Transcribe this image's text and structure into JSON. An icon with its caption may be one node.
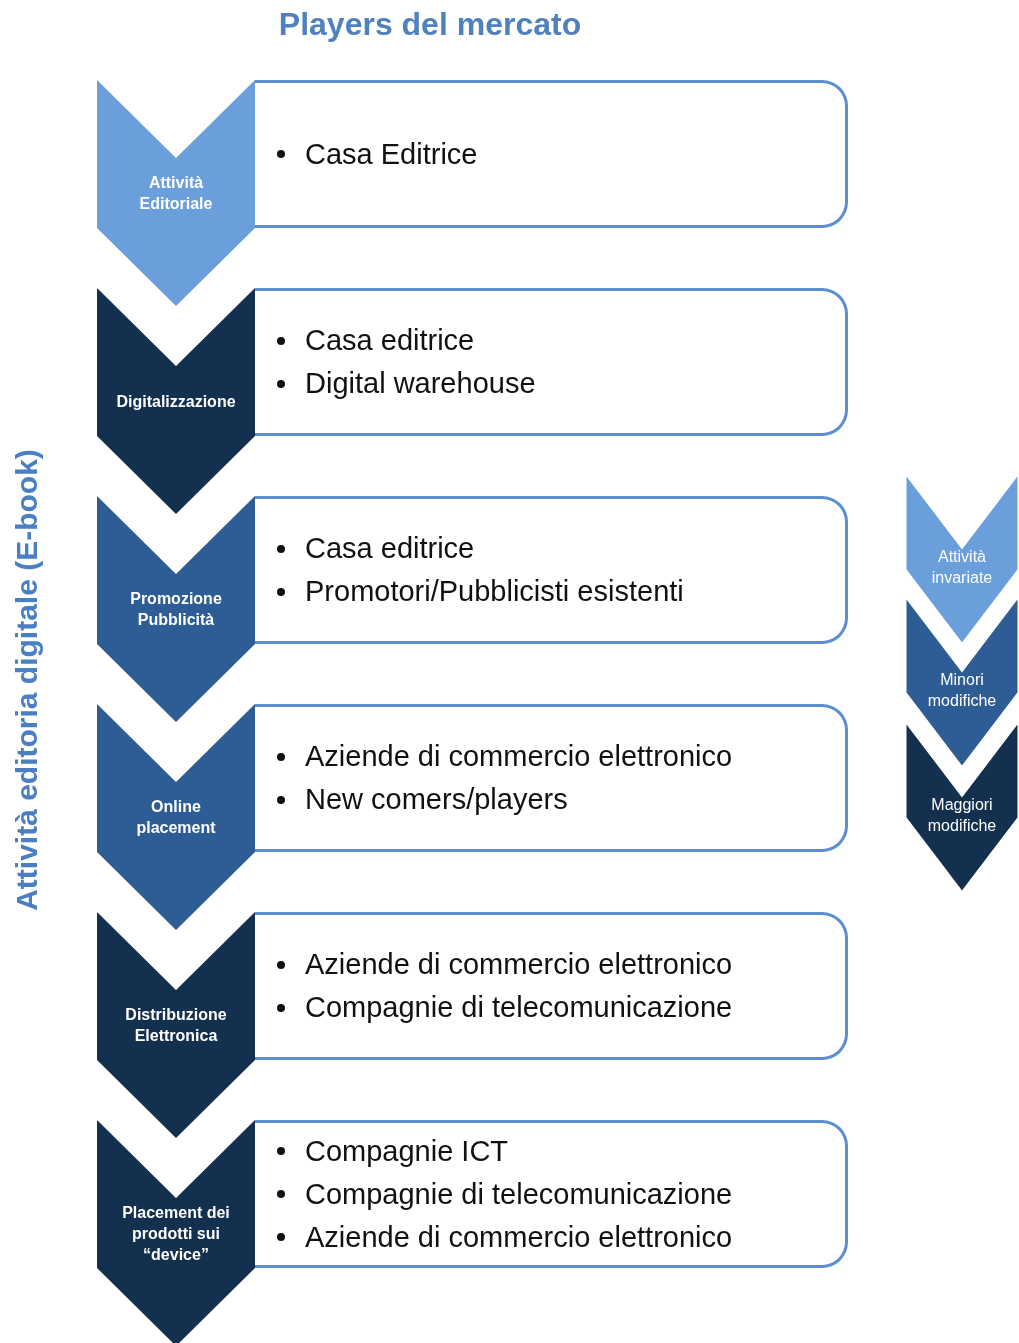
{
  "diagram": {
    "title": "Players del mercato",
    "nodes": [
      {
        "text": [
          "Attività Editoriale"
        ]
      },
      {
        "text": [
          "Casa Editrice"
        ]
      },
      {
        "text": [
          "Digitalizzazione"
        ]
      },
      {
        "text": [
          "Casa editrice",
          "Digital warehouse"
        ]
      },
      {
        "text": [
          "Promozione Pubblicità"
        ]
      },
      {
        "text": [
          "Casa editrice",
          "Promotori/Pubblicisti esistenti"
        ]
      },
      {
        "text": [
          "Online placement"
        ]
      },
      {
        "text": [
          "Aziende di commercio elettronico",
          "New comers/players"
        ]
      },
      {
        "text": [
          "Distribuzione Elettronica"
        ]
      },
      {
        "text": [
          "Aziende di commercio elettronico",
          "Compagnie di telecomunicazione"
        ]
      },
      {
        "text": [
          "Placement dei prodotti sui “device”"
        ]
      },
      {
        "text": [
          "Compagnie ICT",
          "Compagnie di telecomunicazione",
          "Aziende di commercio elettronico"
        ]
      }
    ],
    "edges": [],
    "labels": [
      "Attività editoria digitale (E-book)"
    ],
    "legend": [
      {
        "text": "Attività invariate",
        "color": "#6a9fdc"
      },
      {
        "text": "Minori modifiche",
        "color": "#2d5d94"
      },
      {
        "text": "Maggiori modifiche",
        "color": "#14304f"
      }
    ]
  }
}
